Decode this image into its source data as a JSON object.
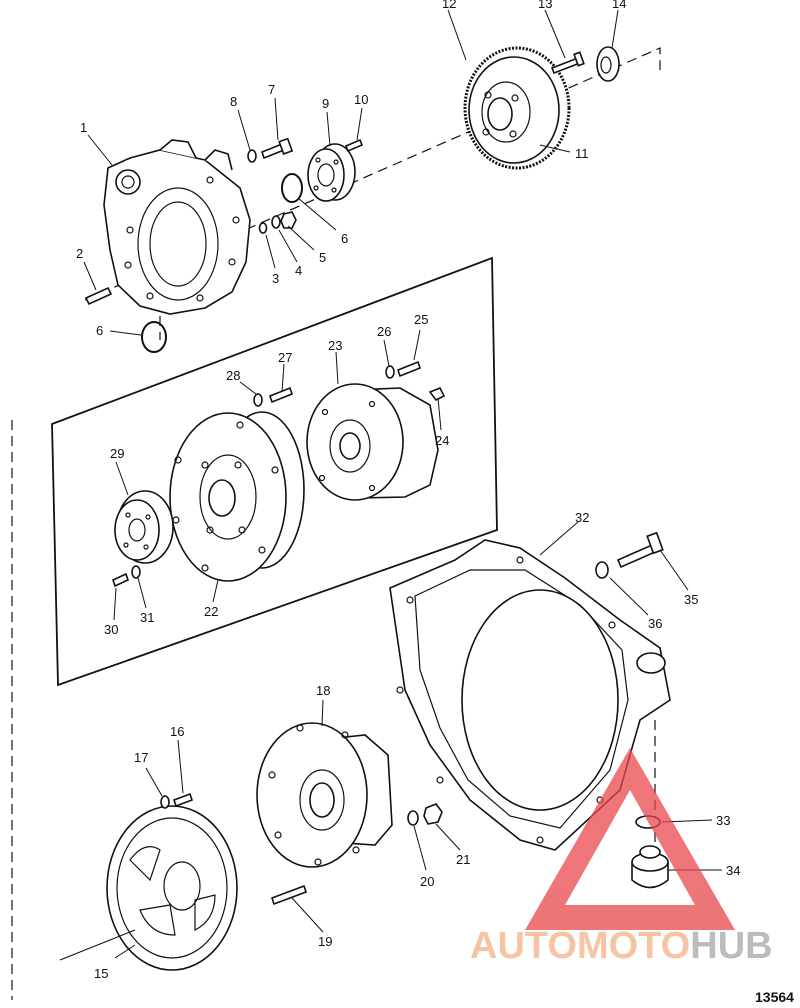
{
  "figure_number": "13564",
  "callouts": {
    "n1": "1",
    "n2": "2",
    "n3": "3",
    "n4": "4",
    "n5": "5",
    "n6a": "6",
    "n6b": "6",
    "n7": "7",
    "n8": "8",
    "n9": "9",
    "n10": "10",
    "n11": "11",
    "n12": "12",
    "n13": "13",
    "n14": "14",
    "n15": "15",
    "n16": "16",
    "n17": "17",
    "n18": "18",
    "n19": "19",
    "n20": "20",
    "n21": "21",
    "n22": "22",
    "n23": "23",
    "n24": "24",
    "n25": "25",
    "n26": "26",
    "n27": "27",
    "n28": "28",
    "n29": "29",
    "n30": "30",
    "n31": "31",
    "n32": "32",
    "n33": "33",
    "n34": "34",
    "n35": "35",
    "n36": "36"
  },
  "watermark": {
    "brand_part1": "AUTOMOTO",
    "brand_part2": "HUB",
    "color_primary": "#f4b183",
    "color_secondary": "#a6a6a6",
    "color_triangle": "#e8474c"
  }
}
